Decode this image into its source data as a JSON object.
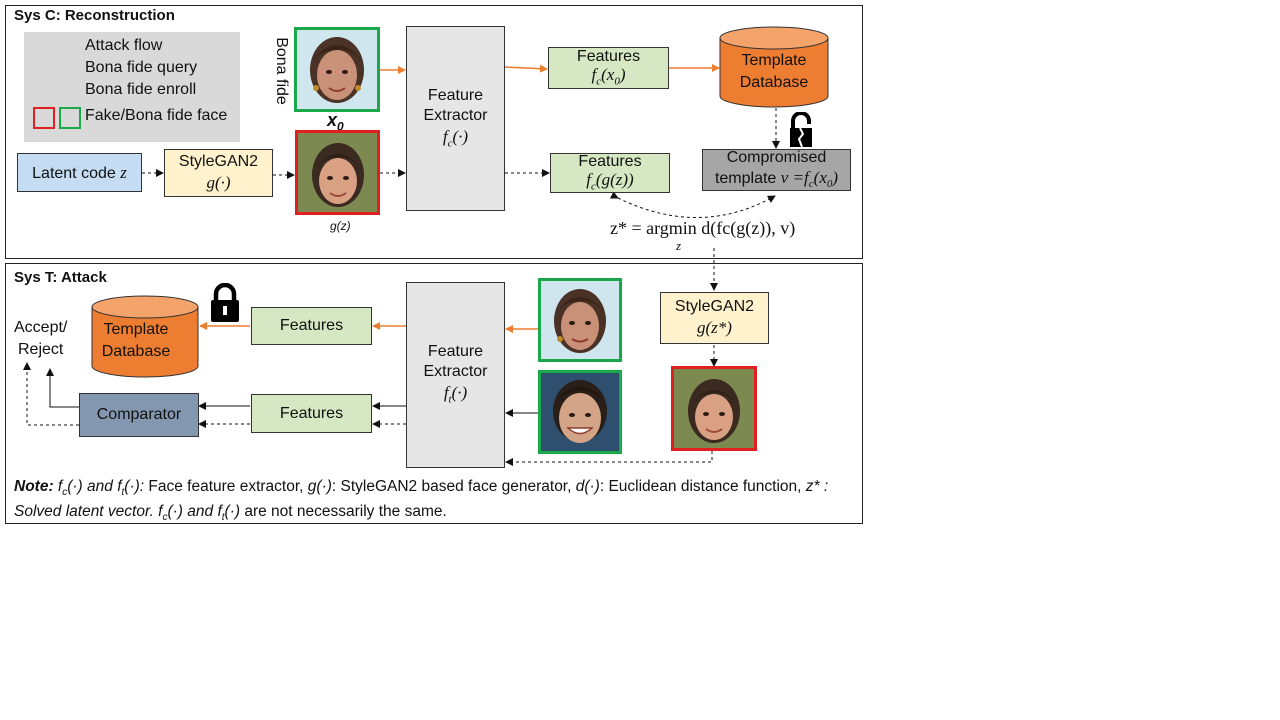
{
  "panel_c": {
    "title": "Sys C: Reconstruction",
    "legend": {
      "attack": "Attack flow",
      "query": "Bona fide query",
      "enroll": "Bona fide enroll",
      "faces": "Fake/Bona fide face"
    },
    "bona_fide_label": "Bona fide",
    "x0_label": "x",
    "x0_sub": "0",
    "gz_label": "g(z)",
    "latent_label": "Latent code ",
    "latent_var": "z",
    "stylegan": {
      "line1": "StyleGAN2",
      "line2": "g(·)"
    },
    "extractor": {
      "line1": "Feature",
      "line2": "Extractor",
      "fn": "f",
      "fn_sub": "c",
      "fn_arg": "(·)"
    },
    "features_top": {
      "line1": "Features",
      "fn": "f",
      "sub": "c",
      "arg": "(x",
      "arg_sub": "0",
      "arg_end": ")"
    },
    "features_bottom": {
      "line1": "Features",
      "fn": "f",
      "sub": "c",
      "arg": "(g(z))"
    },
    "database": {
      "line1": "Template",
      "line2": "Database"
    },
    "compromised": {
      "line1": "Compromised",
      "line2": "template ",
      "v": "v",
      "eq": " =f",
      "sub": "c",
      "arg": "(x",
      "arg_sub": "0",
      "arg_end": ")"
    },
    "equation": "z* = argmin d(fc(g(z)), v)",
    "eq_under": "z"
  },
  "panel_t": {
    "title": "Sys T: Attack",
    "accept": {
      "line1": "Accept/",
      "line2": "Reject"
    },
    "database": {
      "line1": "Template",
      "line2": "Database"
    },
    "features_top": "Features",
    "features_bottom": "Features",
    "comparator": "Comparator",
    "extractor": {
      "line1": "Feature",
      "line2": "Extractor",
      "fn": "f",
      "fn_sub": "t",
      "fn_arg": "(·)"
    },
    "stylegan": {
      "line1": "StyleGAN2",
      "line2": "g(z*)"
    }
  },
  "note": {
    "lead": "Note:",
    "p1": " f",
    "p1s": "c",
    "p2": "(·) and f",
    "p2s": "t",
    "p3": "(·):",
    "p4": " Face feature extractor, ",
    "p5": "g(·)",
    "p6": ": StyleGAN2 based face generator, ",
    "p7": "d(·)",
    "p8": ": Euclidean distance function, ",
    "p9": "z*",
    "p10": " : Solved latent vector. f",
    "p10s": "c",
    "p11": "(·) and f",
    "p11s": "t",
    "p12": "(·)",
    "p13": " are not necessarily the same."
  },
  "colors": {
    "enroll": "#ed7d31",
    "real_border": "#1aa84a",
    "fake_border": "#e02020",
    "db_fill": "#ed7d31"
  }
}
